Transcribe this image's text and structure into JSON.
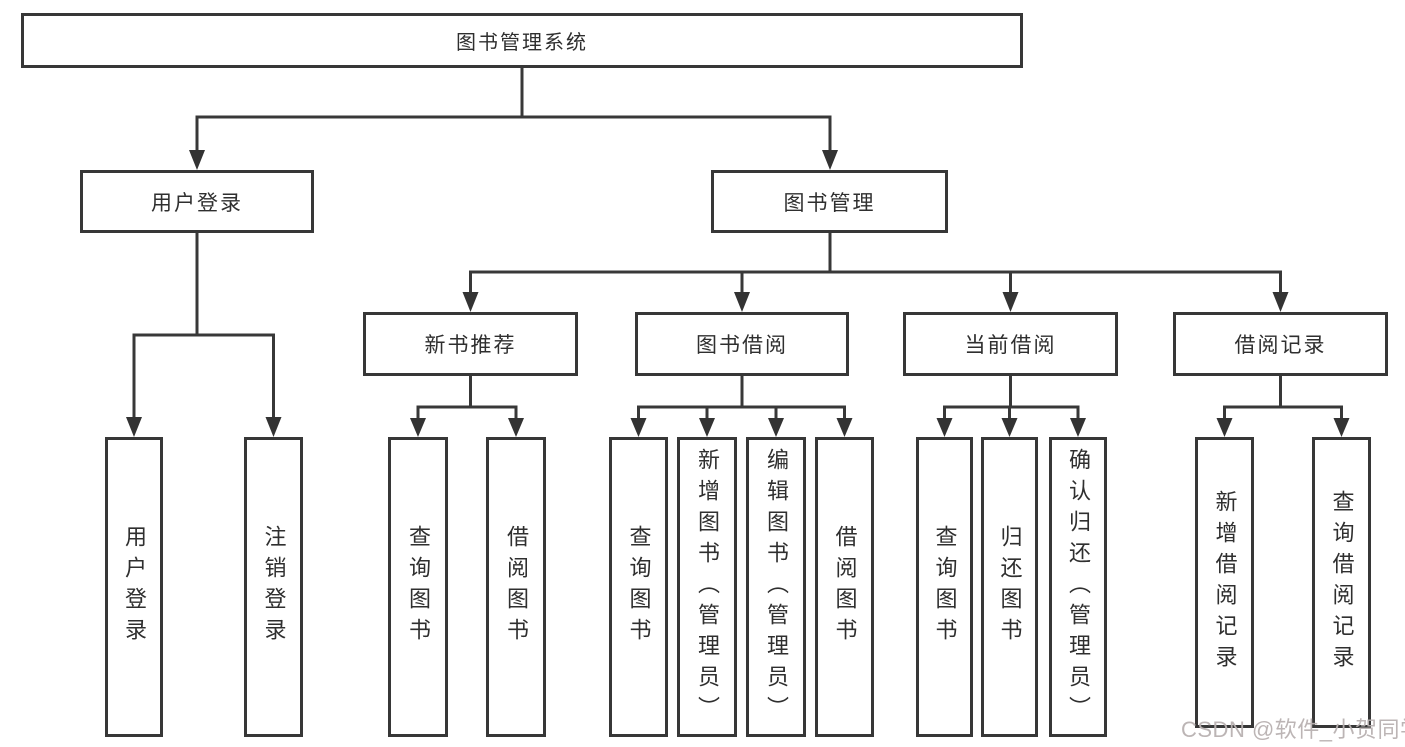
{
  "colors": {
    "line": "#383838",
    "border": "#373737",
    "text": "#2f2f2f",
    "background": "#ffffff",
    "watermark": "#b8b1b1"
  },
  "diagram": {
    "root": {
      "label": "图书管理系统"
    },
    "branches": [
      {
        "label": "用户登录",
        "leaves": [
          {
            "label": "用户登录"
          },
          {
            "label": "注销登录"
          }
        ]
      },
      {
        "label": "图书管理",
        "groups": [
          {
            "label": "新书推荐",
            "leaves": [
              {
                "label": "查询图书"
              },
              {
                "label": "借阅图书"
              }
            ]
          },
          {
            "label": "图书借阅",
            "leaves": [
              {
                "label": "查询图书"
              },
              {
                "label": "新增图书（管理员）"
              },
              {
                "label": "编辑图书（管理员）"
              },
              {
                "label": "借阅图书"
              }
            ]
          },
          {
            "label": "当前借阅",
            "leaves": [
              {
                "label": "查询图书"
              },
              {
                "label": "归还图书"
              },
              {
                "label": "确认归还（管理员）"
              }
            ]
          },
          {
            "label": "借阅记录",
            "leaves": [
              {
                "label": "新增借阅记录"
              },
              {
                "label": "查询借阅记录"
              }
            ]
          }
        ]
      }
    ],
    "watermark": "CSDN @软件_小贺同学"
  }
}
